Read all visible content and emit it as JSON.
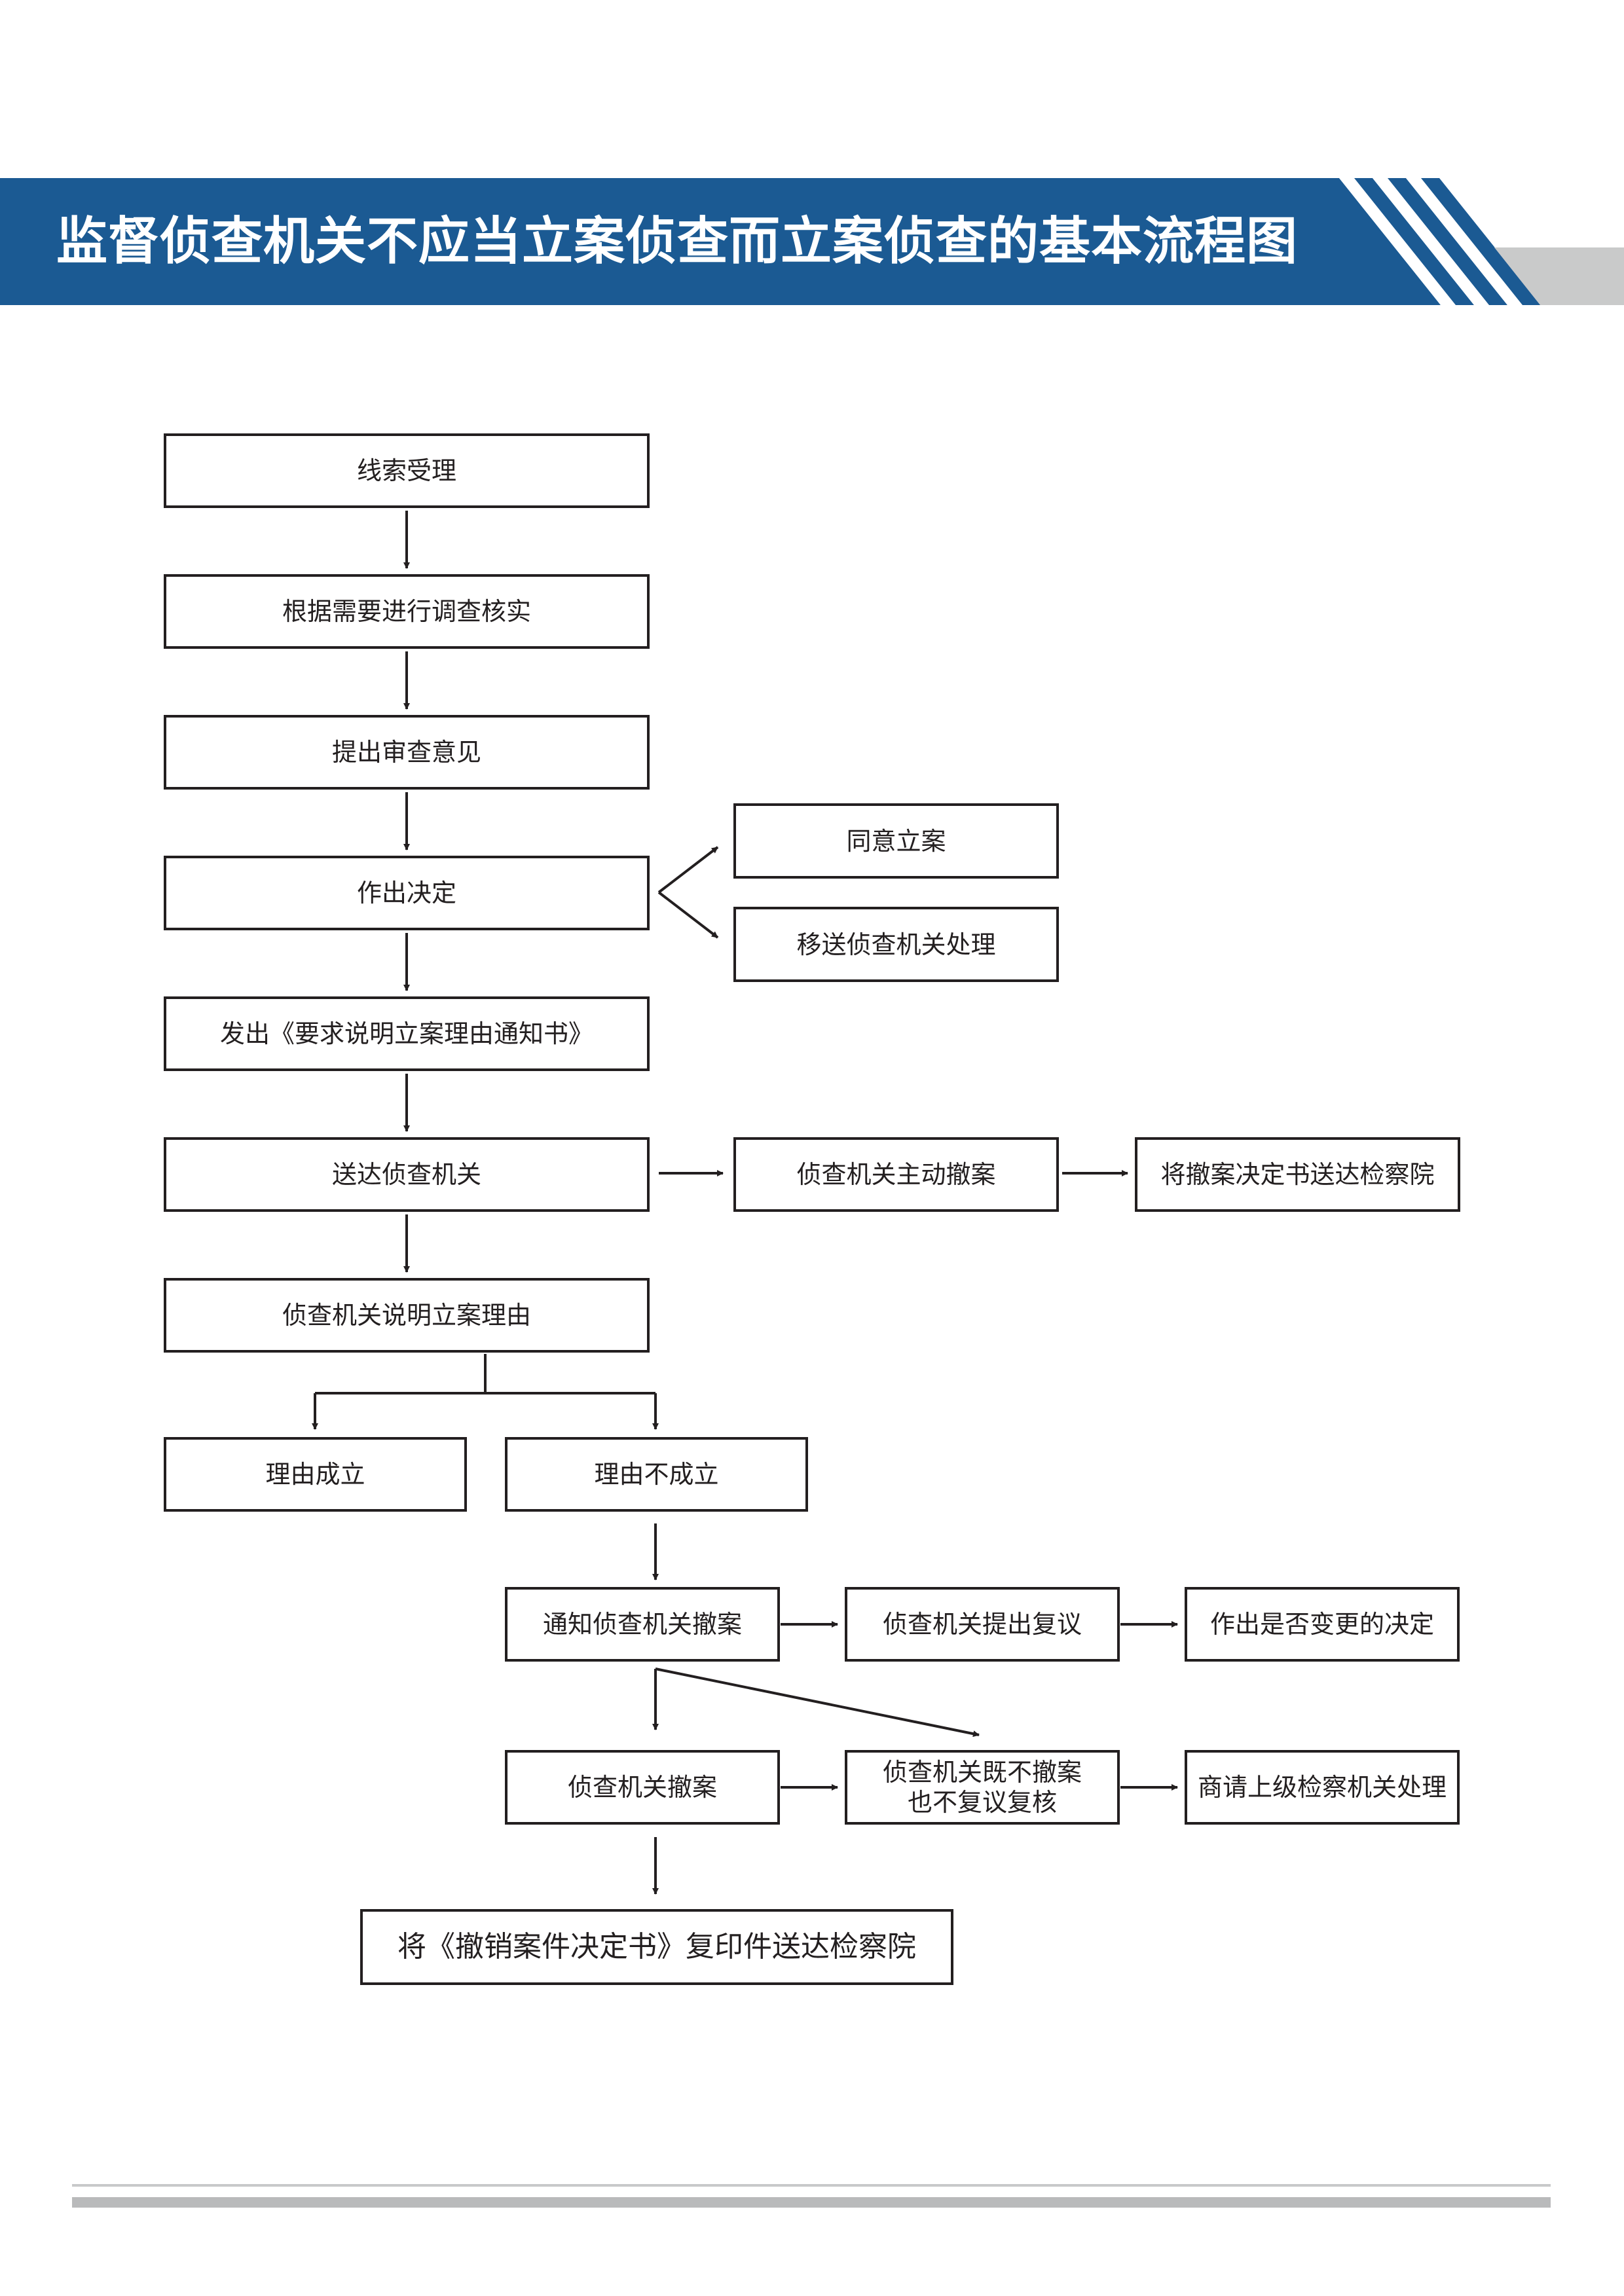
{
  "header": {
    "title": "监督侦查机关不应当立案侦查而立案侦查的基本流程图",
    "band_color": "#1b5a93",
    "stripe_color": "#ffffff",
    "tab_color": "#c9caca"
  },
  "flow": {
    "clue_acceptance": "线索受理",
    "investigate_verify": "根据需要进行调查核实",
    "review_opinion": "提出审查意见",
    "make_decision": "作出决定",
    "agree_file": "同意立案",
    "transfer_to_investigator": "移送侦查机关处理",
    "issue_notice": "发出《要求说明立案理由通知书》",
    "deliver_to_investigator": "送达侦查机关",
    "investigator_withdraws": "侦查机关主动撤案",
    "send_withdraw_decision": "将撤案决定书送达检察院",
    "investigator_explains": "侦查机关说明立案理由",
    "reason_valid": "理由成立",
    "reason_invalid": "理由不成立",
    "notify_withdraw": "通知侦查机关撤案",
    "request_reconsideration": "侦查机关提出复议",
    "decide_change": "作出是否变更的决定",
    "investigator_withdraws_case": "侦查机关撤案",
    "neither_withdraw_nor_review": "侦查机关既不撤案\n也不复议复核",
    "escalate_to_superior": "商请上级检察机关处理",
    "send_copy": "将《撤销案件决定书》复印件送达检察院"
  },
  "colors": {
    "line": "#231f20",
    "footer": "#c8c9ca"
  }
}
